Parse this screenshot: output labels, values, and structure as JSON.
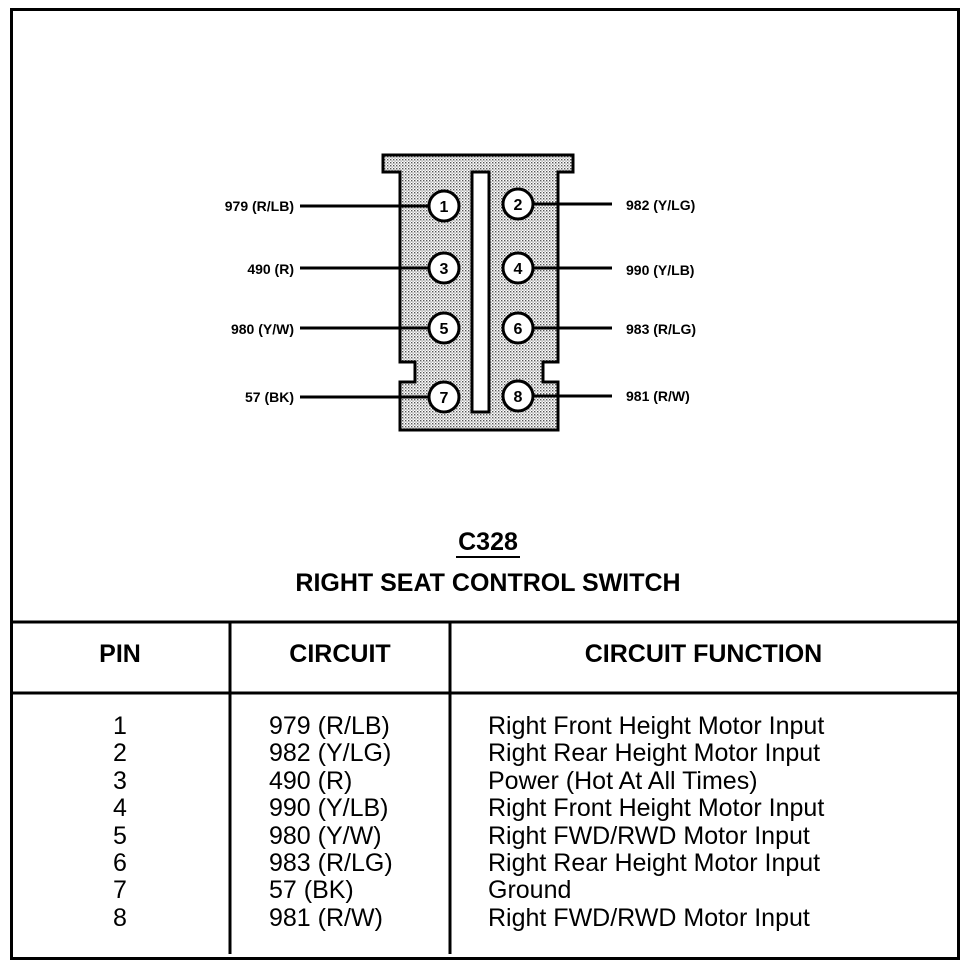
{
  "connector": {
    "id": "C328",
    "name": "RIGHT SEAT CONTROL SWITCH"
  },
  "wires": {
    "left": [
      {
        "pin": "1",
        "label": "979 (R/LB)"
      },
      {
        "pin": "3",
        "label": "490 (R)"
      },
      {
        "pin": "5",
        "label": "980 (Y/W)"
      },
      {
        "pin": "7",
        "label": "57 (BK)"
      }
    ],
    "right": [
      {
        "pin": "2",
        "label": "982 (Y/LG)"
      },
      {
        "pin": "4",
        "label": "990 (Y/LB)"
      },
      {
        "pin": "6",
        "label": "983 (R/LG)"
      },
      {
        "pin": "8",
        "label": "981 (R/W)"
      }
    ]
  },
  "table": {
    "headers": {
      "pin": "PIN",
      "circuit": "CIRCUIT",
      "function": "CIRCUIT FUNCTION"
    },
    "rows": [
      {
        "pin": "1",
        "circuit": "979 (R/LB)",
        "function": "Right Front Height Motor Input"
      },
      {
        "pin": "2",
        "circuit": "982 (Y/LG)",
        "function": "Right Rear Height Motor Input"
      },
      {
        "pin": "3",
        "circuit": "490 (R)",
        "function": "Power (Hot At All Times)"
      },
      {
        "pin": "4",
        "circuit": "990 (Y/LB)",
        "function": "Right Front Height Motor Input"
      },
      {
        "pin": "5",
        "circuit": "980 (Y/W)",
        "function": "Right FWD/RWD Motor Input"
      },
      {
        "pin": "6",
        "circuit": "983 (R/LG)",
        "function": "Right Rear Height Motor Input"
      },
      {
        "pin": "7",
        "circuit": "57 (BK)",
        "function": "Ground"
      },
      {
        "pin": "8",
        "circuit": "981 (R/W)",
        "function": "Right FWD/RWD Motor Input"
      }
    ]
  }
}
